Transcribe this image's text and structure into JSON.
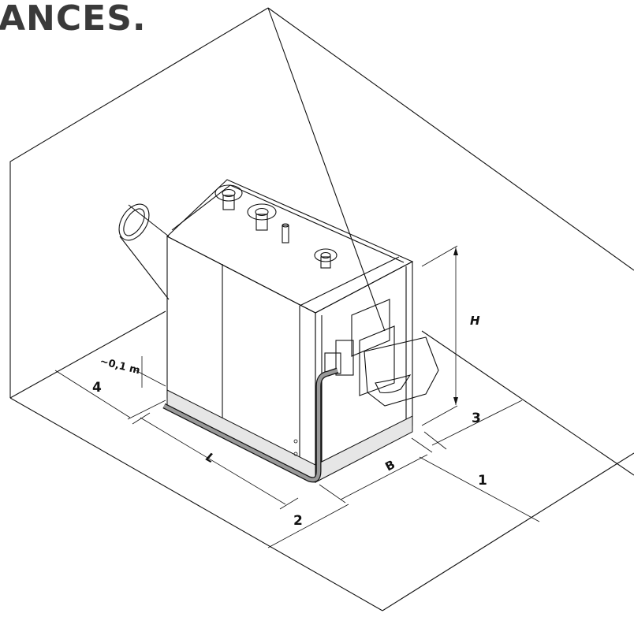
{
  "heading": "ANCES.",
  "dimensions": {
    "height_label": "H",
    "width_label": "B",
    "length_label": "L",
    "gap_label": "~0,1 m",
    "clearance_1": "1",
    "clearance_2": "2",
    "clearance_3": "3",
    "clearance_4": "4"
  },
  "colors": {
    "line": "#111111",
    "floor_band": "#e6e6e6",
    "pipe": "#9a9a9a"
  }
}
